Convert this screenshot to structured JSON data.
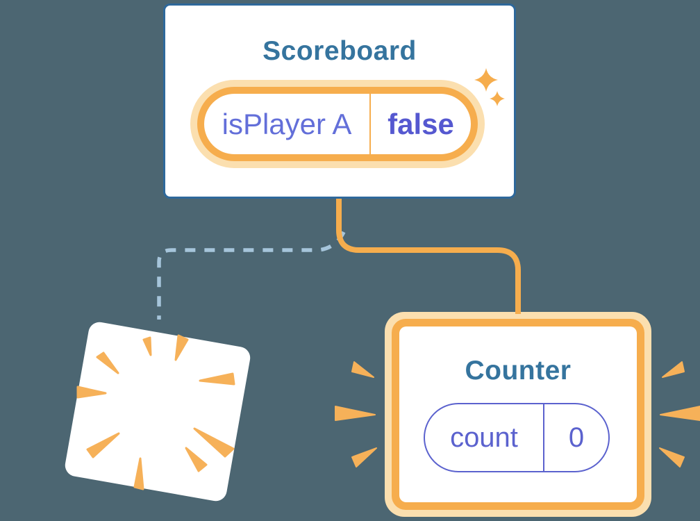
{
  "diagram_title": "React state preservation diagram",
  "colors": {
    "background": "#4C6672",
    "card_fill": "#FFFFFF",
    "card_border_blue": "#2E689B",
    "title_blue": "#35749E",
    "orange": "#F6AD4D",
    "orange_light": "#F6B159",
    "cream": "#FBDFAF",
    "purple_label": "#636FD9",
    "purple_value_bold": "#5558D0",
    "purple_pill_border": "#5B62CE",
    "dashed_link_blue": "#A6C5DB"
  },
  "scoreboard_card": {
    "title": "Scoreboard",
    "state_pill": {
      "label": "isPlayer A",
      "value": "false"
    }
  },
  "counter_card": {
    "title": "Counter",
    "state_pill": {
      "label": "count",
      "value": "0"
    }
  },
  "icons": {
    "sparkles": "sparkles-icon",
    "poof_burst": "poof-burst-icon",
    "emphasis_marks": "emphasis-marks-icon",
    "solid_link": "counter-link-line",
    "dashed_link": "removed-link-dashed-line"
  }
}
